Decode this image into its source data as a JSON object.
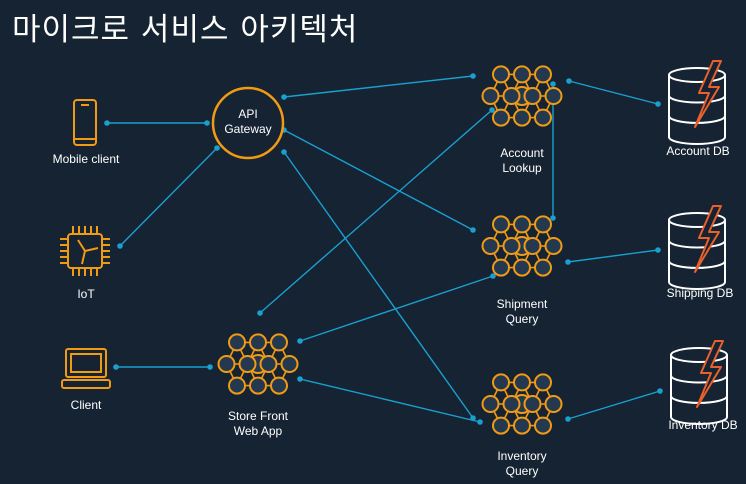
{
  "title": "마이크로 서비스 아키텍처",
  "nodes": {
    "mobile": [
      "Mobile client"
    ],
    "iot": [
      "IoT"
    ],
    "client": [
      "Client"
    ],
    "gateway": [
      "API",
      "Gateway"
    ],
    "storefront": [
      "Store Front",
      "Web App"
    ],
    "account": [
      "Account",
      "Lookup"
    ],
    "shipment": [
      "Shipment",
      "Query"
    ],
    "inventory": [
      "Inventory",
      "Query"
    ],
    "account_db": [
      "Account DB"
    ],
    "shipping_db": [
      "Shipping DB"
    ],
    "inventory_db": [
      "Inventory DB"
    ]
  },
  "colors": {
    "background": "#152332",
    "node_orange": "#f19a14",
    "node_fill": "#24394f",
    "edge_blue": "#1b9fcf",
    "db_lightning": "#e8612c"
  },
  "icons": {
    "mobile": "smartphone-icon",
    "iot": "chip-icon",
    "client": "laptop-icon",
    "service": "hexagon-mesh-icon",
    "database": "database-icon"
  }
}
